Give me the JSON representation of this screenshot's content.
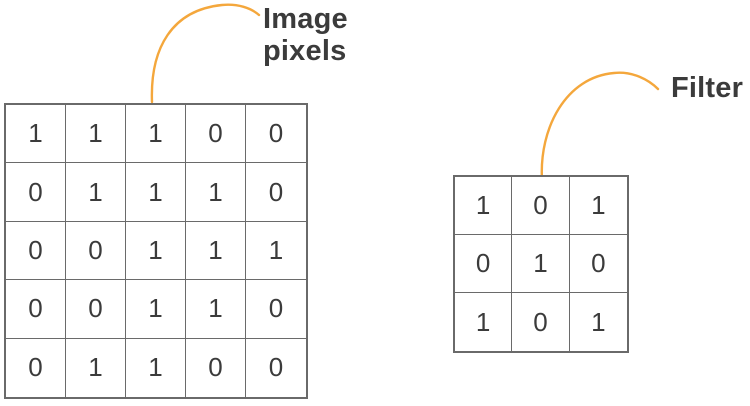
{
  "image_pixels": {
    "label": "Image pixels",
    "matrix": [
      [
        1,
        1,
        1,
        0,
        0
      ],
      [
        0,
        1,
        1,
        1,
        0
      ],
      [
        0,
        0,
        1,
        1,
        1
      ],
      [
        0,
        0,
        1,
        1,
        0
      ],
      [
        0,
        1,
        1,
        0,
        0
      ]
    ]
  },
  "filter": {
    "label": "Filter",
    "matrix": [
      [
        1,
        0,
        1
      ],
      [
        0,
        1,
        0
      ],
      [
        1,
        0,
        1
      ]
    ]
  },
  "colors": {
    "connector": "#F4A73C",
    "grid_line": "#6a6a6a",
    "text": "#3b3b3b",
    "background": "#ffffff"
  }
}
